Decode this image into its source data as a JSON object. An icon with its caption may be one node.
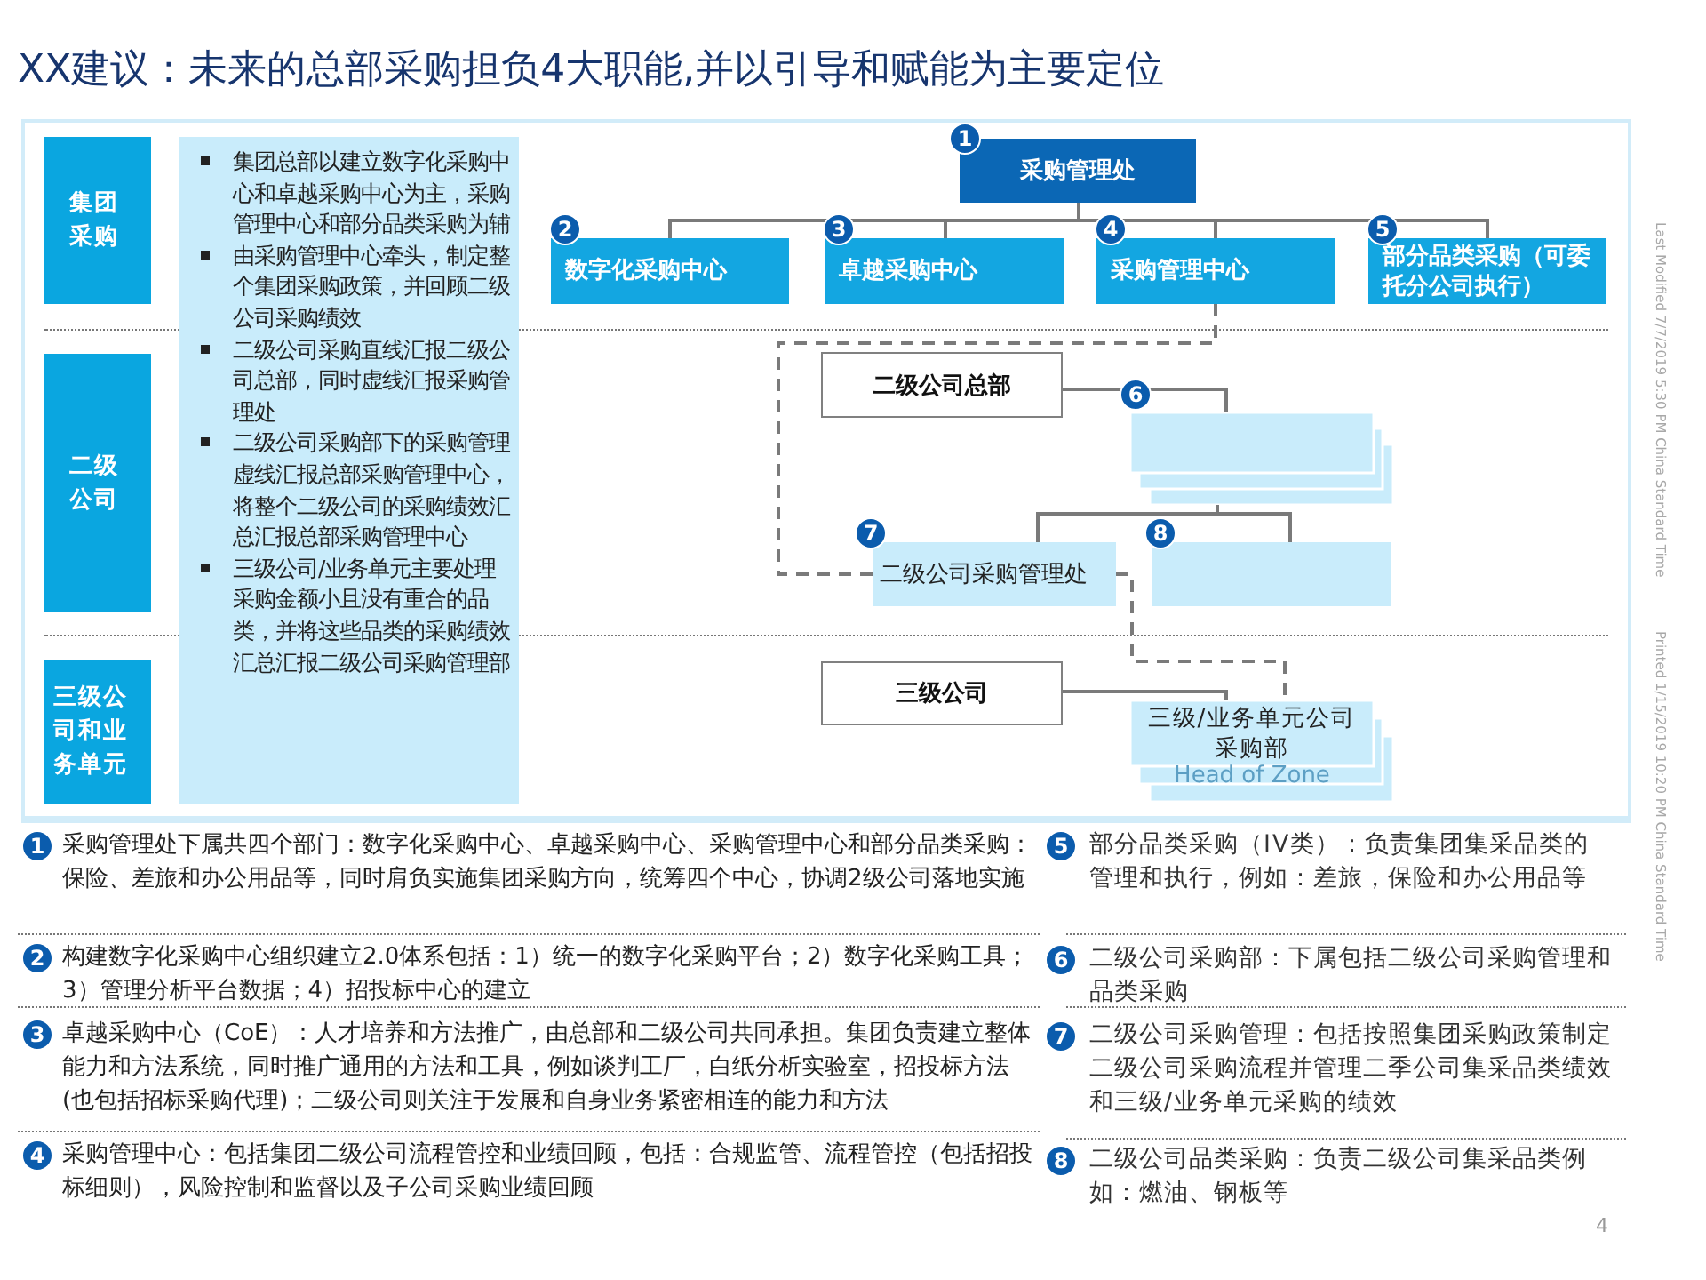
{
  "diagram": {
    "title": "XX建议：未来的总部采购担负4大职能,并以引导和赋能为主要定位",
    "nodes": [
      {
        "text": [
          "集团采购"
        ]
      },
      {
        "text": [
          "二级公司"
        ]
      },
      {
        "text": [
          "三级公司和业务单元"
        ]
      },
      {
        "text": [
          "集团总部以建立数字化采购中心和卓越采购中心为主，采购管理中心和部分品类采购为辅",
          "由采购管理中心牵头，制定整个集团采购政策，并回顾二级公司采购绩效",
          "二级公司采购直线汇报二级公司总部，同时虚线汇报采购管理处",
          "二级公司采购部下的采购管理虚线汇报总部采购管理中心，将整个二级公司的采购绩效汇总汇报总部采购管理中心",
          "三级公司/业务单元主要处理采购金额小且没有重合的品类，并将这些品类的采购绩效汇总汇报二级公司采购管理部"
        ]
      },
      {
        "text": [
          "采购管理处"
        ],
        "beside": [
          "1"
        ]
      },
      {
        "text": [
          "数字化采购中心"
        ],
        "beside": [
          "2"
        ]
      },
      {
        "text": [
          "卓越采购中心"
        ],
        "beside": [
          "3"
        ]
      },
      {
        "text": [
          "采购管理中心"
        ],
        "beside": [
          "4"
        ]
      },
      {
        "text": [
          "部分品类采购（可委托分公司执行）"
        ],
        "beside": [
          "5"
        ]
      },
      {
        "text": [
          "二级公司总部"
        ]
      },
      {
        "text": [],
        "shape": "box",
        "beside": [
          "6"
        ]
      },
      {
        "text": [
          "二级公司采购管理处"
        ],
        "beside": [
          "7"
        ]
      },
      {
        "text": [],
        "shape": "box",
        "beside": [
          "8"
        ]
      },
      {
        "text": [
          "三级公司"
        ]
      },
      {
        "text": [
          "三级/业务单元公司采购部",
          "Head of Zone"
        ]
      }
    ],
    "edges": [
      {
        "from": 4,
        "to": 5,
        "arrow": "none"
      },
      {
        "from": 4,
        "to": 6,
        "arrow": "none"
      },
      {
        "from": 4,
        "to": 7,
        "arrow": "none"
      },
      {
        "from": 4,
        "to": 8,
        "arrow": "none"
      },
      {
        "from": 7,
        "to": 11,
        "arrow": "none",
        "style": "dashed"
      },
      {
        "from": 9,
        "to": 10,
        "arrow": "none"
      },
      {
        "from": 10,
        "to": 11,
        "arrow": "none"
      },
      {
        "from": 10,
        "to": 12,
        "arrow": "none"
      },
      {
        "from": 11,
        "to": 14,
        "arrow": "none",
        "style": "dashed"
      },
      {
        "from": 13,
        "to": 14,
        "arrow": "none"
      }
    ],
    "labels": [
      "1",
      "采购管理处下属共四个部门：数字化采购中心、卓越采购中心、采购管理中心和部分品类采购：保险、差旅和办公用品等，同时肩负实施集团采购方向，统筹四个中心，协调2级公司落地实施",
      "2",
      "构建数字化采购中心组织建立2.0体系包括：1）统一的数字化采购平台；2）数字化采购工具；3）管理分析平台数据；4）招投标中心的建立",
      "3",
      "卓越采购中心（CoE）：人才培养和方法推广，由总部和二级公司共同承担。集团负责建立整体能力和方法系统，同时推广通用的方法和工具，例如谈判工厂，白纸分析实验室，招投标方法(也包括招标采购代理)；二级公司则关注于发展和自身业务紧密相连的能力和方法",
      "4",
      "采购管理中心：包括集团二级公司流程管控和业绩回顾，包括：合规监管、流程管控（包括招投标细则），风险控制和监督以及子公司采购业绩回顾",
      "5",
      "部分品类采购（IV类）：负责集团集采品类的管理和执行，例如：差旅，保险和办公用品等",
      "6",
      "二级公司采购部：下属包括二级公司采购管理和品类采购",
      "7",
      "二级公司采购管理：包括按照集团采购政策制定二级公司采购流程并管理二季公司集采品类绩效和三级/业务单元采购的绩效",
      "8",
      "二级公司品类采购：负责二级公司集采品类例如：燃油、钢板等",
      "Last Modified 7/7/2019 5:30 PM China Standard Time",
      "Printed 1/15/2019 10:20 PM China Standard Time",
      "4"
    ]
  }
}
